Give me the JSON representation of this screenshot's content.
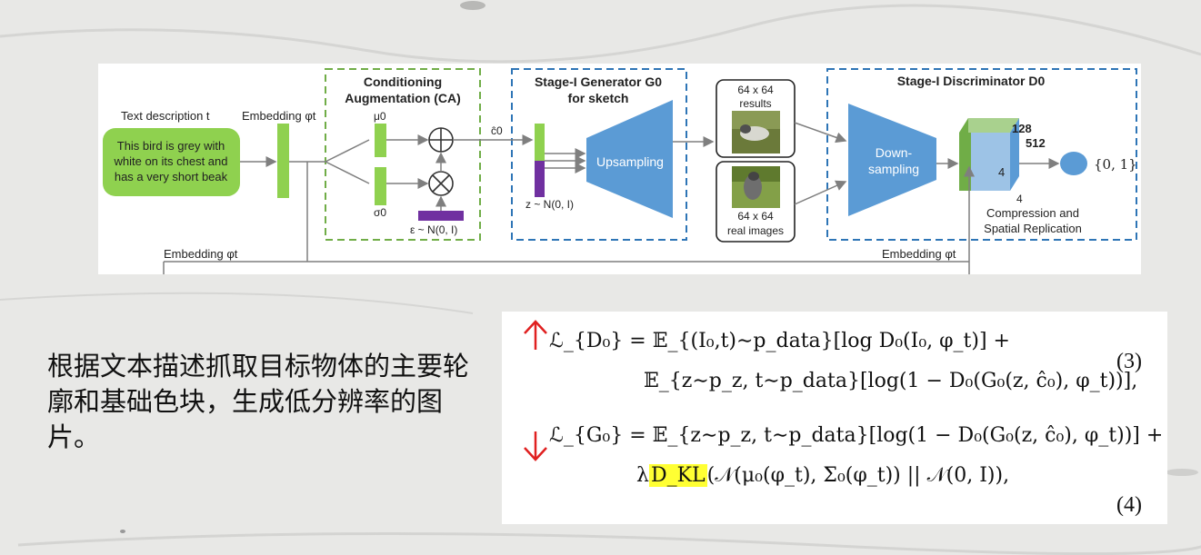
{
  "diagram": {
    "text_description_label": "Text description t",
    "text_description_box": [
      "This bird is grey with",
      "white on its chest and",
      "has a very short beak"
    ],
    "embedding_label_top": "Embedding φt",
    "embedding_label_bottom_left": "Embedding φt",
    "embedding_label_bottom_right": "Embedding φt",
    "ca_title": [
      "Conditioning",
      "Augmentation (CA)"
    ],
    "mu_label": "μ0",
    "sigma_label": "σ0",
    "epsilon_label": "ε ~ N(0, I)",
    "c_hat_label": "ĉ0",
    "z_label": "z ~ N(0, I)",
    "generator_title": [
      "Stage-I Generator G0",
      "for sketch"
    ],
    "upsampling_label": "Upsampling",
    "results_label": [
      "64 x 64",
      "results"
    ],
    "real_images_label": [
      "64 x 64",
      "real images"
    ],
    "discriminator_title": "Stage-I Discriminator D0",
    "downsampling_label": [
      "Down-",
      "sampling"
    ],
    "cube_dims": {
      "top": "128",
      "right": "512",
      "front": "4",
      "bottom": "4"
    },
    "compression_label": [
      "Compression and",
      "Spatial Replication"
    ],
    "output_label": "{0, 1}",
    "colors": {
      "green": "#8fd14f",
      "blue": "#5b9bd5",
      "purple": "#7030a0",
      "dashed_green": "#70ad47",
      "dashed_blue": "#2e75b6"
    }
  },
  "caption": "根据文本描述抓取目标物体的主要轮廓和基础色块，生成低分辨率的图片。",
  "equations": {
    "eq3_line1": "ℒ_{D₀} = 𝔼_{(I₀,t)∼p_data}[log D₀(I₀, φ_t)] +",
    "eq3_line2": "𝔼_{z∼p_z, t∼p_data}[log(1 − D₀(G₀(z, ĉ₀), φ_t))],",
    "eq3_number": "(3)",
    "eq4_line1": "ℒ_{G₀} = 𝔼_{z∼p_z, t∼p_data}[log(1 − D₀(G₀(z, ĉ₀), φ_t))] +",
    "eq4_line2_prefix": "λ",
    "eq4_line2_highlight": "D_KL",
    "eq4_line2_suffix": "(𝒩(μ₀(φ_t), Σ₀(φ_t)) || 𝒩(0, I)),",
    "eq4_number": "(4)",
    "arrow_color": "#e02020",
    "highlight_color": "#ffff33"
  }
}
